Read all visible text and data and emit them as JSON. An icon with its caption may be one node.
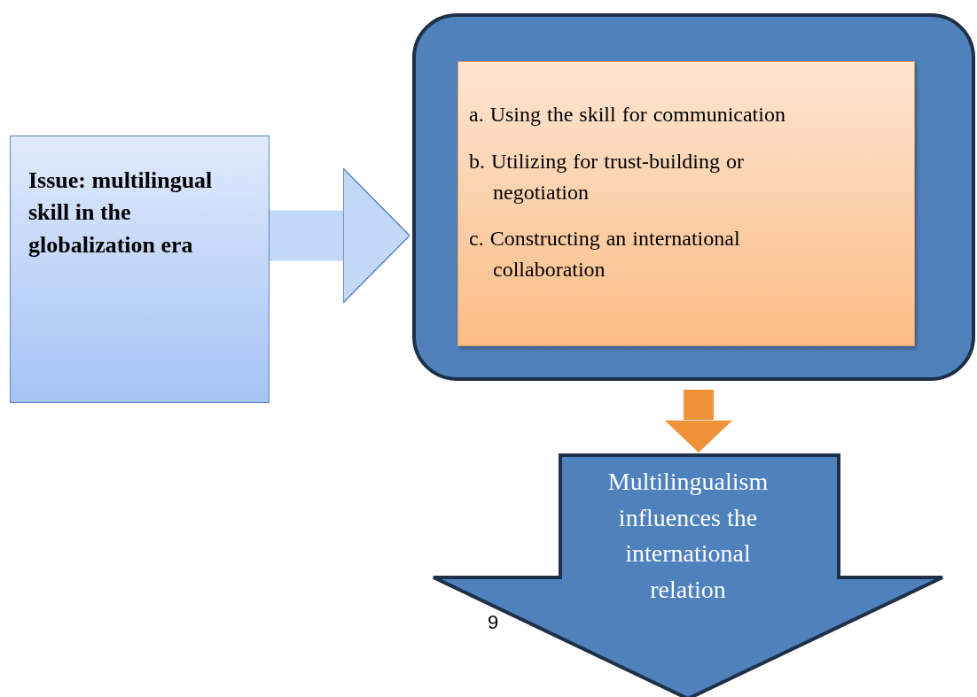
{
  "diagram": {
    "nodes": [
      {
        "text": [
          "Issue: multilingual skill in the globalization era"
        ]
      },
      {
        "text": [],
        "shape": "box"
      },
      {
        "text": [
          "a. Using the skill for communication",
          "b. Utilizing for trust-building or negotiation",
          "c. Constructing an international collaboration"
        ],
        "in": 1
      },
      {
        "text": [
          "Multilingualism influences the international relation"
        ]
      }
    ],
    "edges": [
      {
        "from": 0,
        "to": 1,
        "arrow": "to",
        "color": "#c3d7f7"
      },
      {
        "from": 1,
        "to": 3,
        "arrow": "to",
        "color": "#f0923a"
      }
    ],
    "labels": [
      "9"
    ]
  }
}
